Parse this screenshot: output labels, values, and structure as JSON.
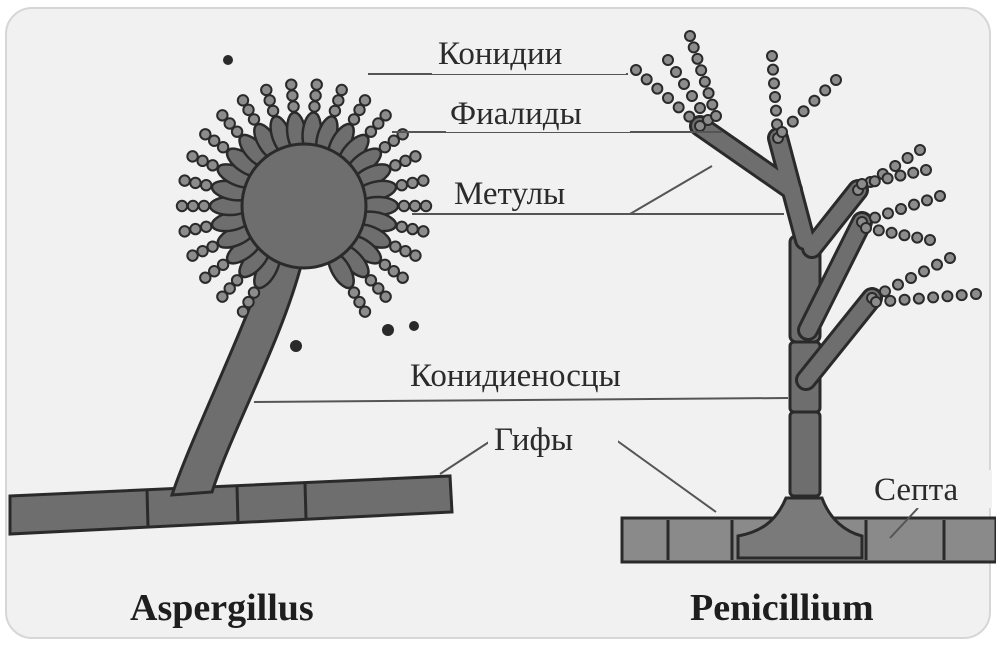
{
  "labels": {
    "conidia": "Конидии",
    "phialides": "Фиалиды",
    "metulae": "Метулы",
    "conidiophores": "Конидиеносцы",
    "hyphae": "Гифы",
    "septa": "Септа"
  },
  "genera": {
    "left": "Aspergillus",
    "right": "Penicillium"
  },
  "colors": {
    "panel": "#f1f1f1",
    "structure_fill": "#6e6e6e",
    "conidia_fill": "#8c8c8c",
    "outline": "#2a2a2a",
    "leader_line": "#555555",
    "septa_fill": "#9a9a9a"
  }
}
